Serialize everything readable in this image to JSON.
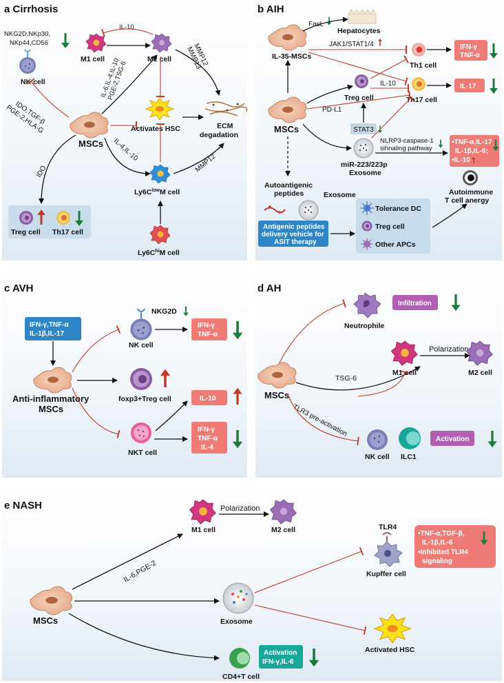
{
  "panel_a": {
    "title": "a Cirrhosis",
    "nk_markers_line1": "NKG2D,NKp30,",
    "nk_markers_line2": "NKp44,CD56",
    "nk_cell": "NK cell",
    "m1_cell": "M1 cell",
    "m2_cell": "M2 cell",
    "il10_top": "IL-10",
    "factors_line1": "IL-6,IL-4,IL-10",
    "factors_line2": "PGE-2,TSG-6",
    "mmp_line1": "MMP12",
    "mmp_line2": "MMP13",
    "ido_line1": "IDO,TGF-β",
    "ido_line2": "PGE-2,HLA-G",
    "mscs": "MSCs",
    "activates_hsc": "Activates HSC",
    "ecm_line1": "ECM",
    "ecm_line2": "degadation",
    "il4_il10": "IL-4,IL-10",
    "mmp12_lower": "MMP12",
    "ly6c_low": "Ly6C",
    "ly6c_low_sup": "low",
    "ly6c_low_suffix": "M cell",
    "ido": "IDO",
    "treg": "Treg cell",
    "th17": "Th17 cell",
    "ly6c_hi": "Ly6C",
    "ly6c_hi_sup": "hi",
    "ly6c_hi_suffix": "M cell"
  },
  "panel_b": {
    "title": "b AIH",
    "fasl": "FasL",
    "hepatocytes": "Hepatocytes",
    "jak": "JAK1/STAT1/4",
    "il35": "IL-35-MSCs",
    "th1": "Th1 cell",
    "ifn_line1": "IFN-γ",
    "ifn_line2": "TNF-α",
    "il10": "IL-10",
    "treg": "Treg cell",
    "th17": "Th17 cell",
    "il17": "IL-17",
    "pdl1": "PD-L1",
    "mscs": "MSCs",
    "stat3": "STAT3",
    "nlrp_line1": "NLRP3-caspase-1",
    "nlrp_line2": "sihnaling pathway",
    "mir_line1": "miR-223/223p",
    "mir_line2": "Exosome",
    "cyt_line1": "•TNF-α,IL-17",
    "cyt_line2": "IL-1β,IL-6;",
    "cyt_line3": "•IL-10",
    "auto_line1": "Autoantigenic",
    "auto_line2": "peptides",
    "exosome": "Exosome",
    "asit_line1": "Antigenic peptides",
    "asit_line2": "delivery vehicle for",
    "asit_line3": "ASIT therapy",
    "tolerance_dc": "Tolerance DC",
    "treg2": "Treg cell",
    "other_apcs": "Other APCs",
    "anergy_line1": "Autoimmune",
    "anergy_line2": "T cell anergy"
  },
  "panel_c": {
    "title": "c AVH",
    "infl_line1": "IFN-γ,TNF-α",
    "infl_line2": "IL-1β,IL-17",
    "nkg2d": "NKG2D",
    "nk_cell": "NK cell",
    "ifn_line1": "IFN-γ",
    "ifn_line2": "TNF-α",
    "mscs_line1": "Anti-inflammatory",
    "mscs_line2": "MSCs",
    "foxp3": "foxp3+Treg cell",
    "il10": "IL-10",
    "nkt": "NKT cell",
    "cyt_line1": "IFN-γ",
    "cyt_line2": "TNF-α",
    "cyt_line3": "IL-4"
  },
  "panel_d": {
    "title": "d AH",
    "neutrophile": "Neutrophile",
    "infiltration": "Infiltration",
    "polarization": "Polarization",
    "m1_cell": "M1 cell",
    "m2_cell": "M2 cell",
    "mscs": "MSCs",
    "tsg6": "TSG-6",
    "tlr3": "TLR3 pre-activation",
    "nk_cell": "NK cell",
    "ilc1": "ILC1",
    "activation": "Activation"
  },
  "panel_e": {
    "title": "e NASH",
    "m1_cell": "M1 cell",
    "polarization": "Polarization",
    "m2_cell": "M2 cell",
    "il6": "IL-6,PGE-2",
    "tlr4": "TLR4",
    "cyt_line1": "•TNF-α,TGF-β,",
    "cyt_line2": "IL-1β,IL-6",
    "cyt_line3": "•Inhibited TLR4",
    "cyt_line4": "signaling",
    "kupffer": "Kupffer cell",
    "mscs": "MSCs",
    "exosome": "Exosome",
    "hsc": "Activated HSC",
    "cd4": "CD4+T cell",
    "act_line1": "Activation",
    "act_line2": "IFN-γ,IL-6"
  },
  "colors": {
    "red_inhibit": "#c0392b",
    "up_arrow": "#c0392b",
    "down_arrow": "#1e7a3a",
    "salmon_box": "#ef7b76",
    "blue_box": "#2f86c4",
    "purple_box": "#b05fb2",
    "teal_box": "#1aa79b"
  }
}
